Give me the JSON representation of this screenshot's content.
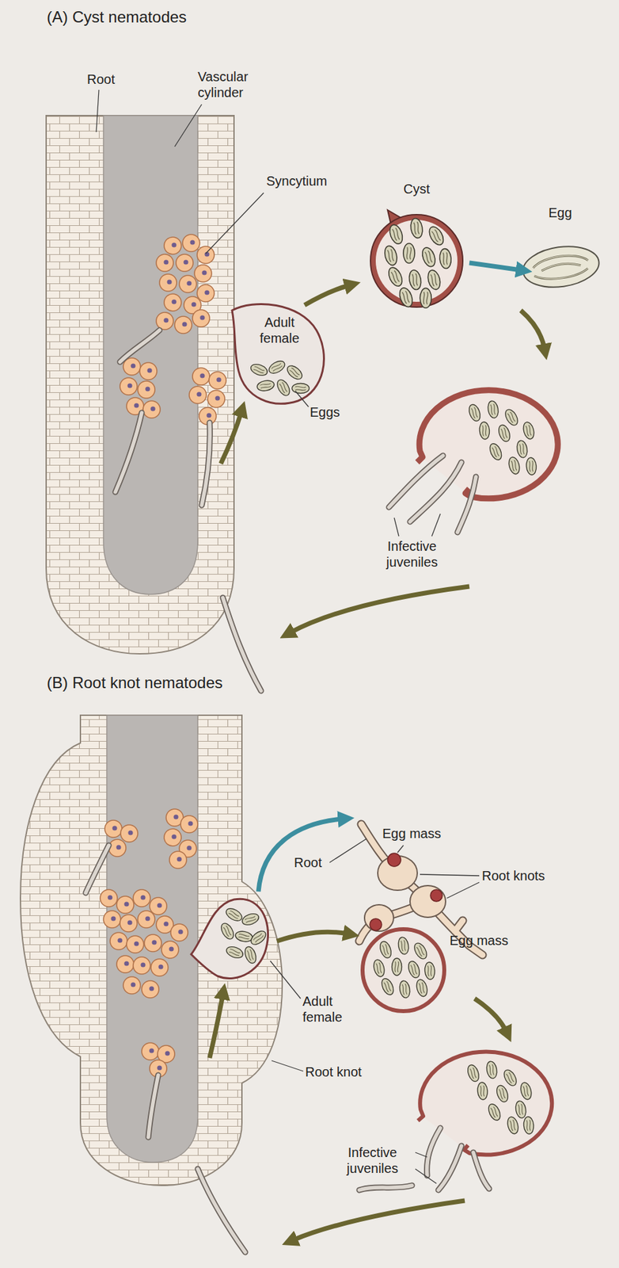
{
  "diagram": {
    "labels": [
      "(A) Cyst nematodes",
      "Root",
      "Vascular cylinder",
      "Syncytium",
      "Adult female",
      "Eggs",
      "Cyst",
      "Egg",
      "Infective juveniles",
      "(B) Root knot nematodes",
      "Root",
      "Egg mass",
      "Root knots",
      "Egg mass",
      "Adult female",
      "Root knot",
      "Infective juveniles"
    ]
  }
}
